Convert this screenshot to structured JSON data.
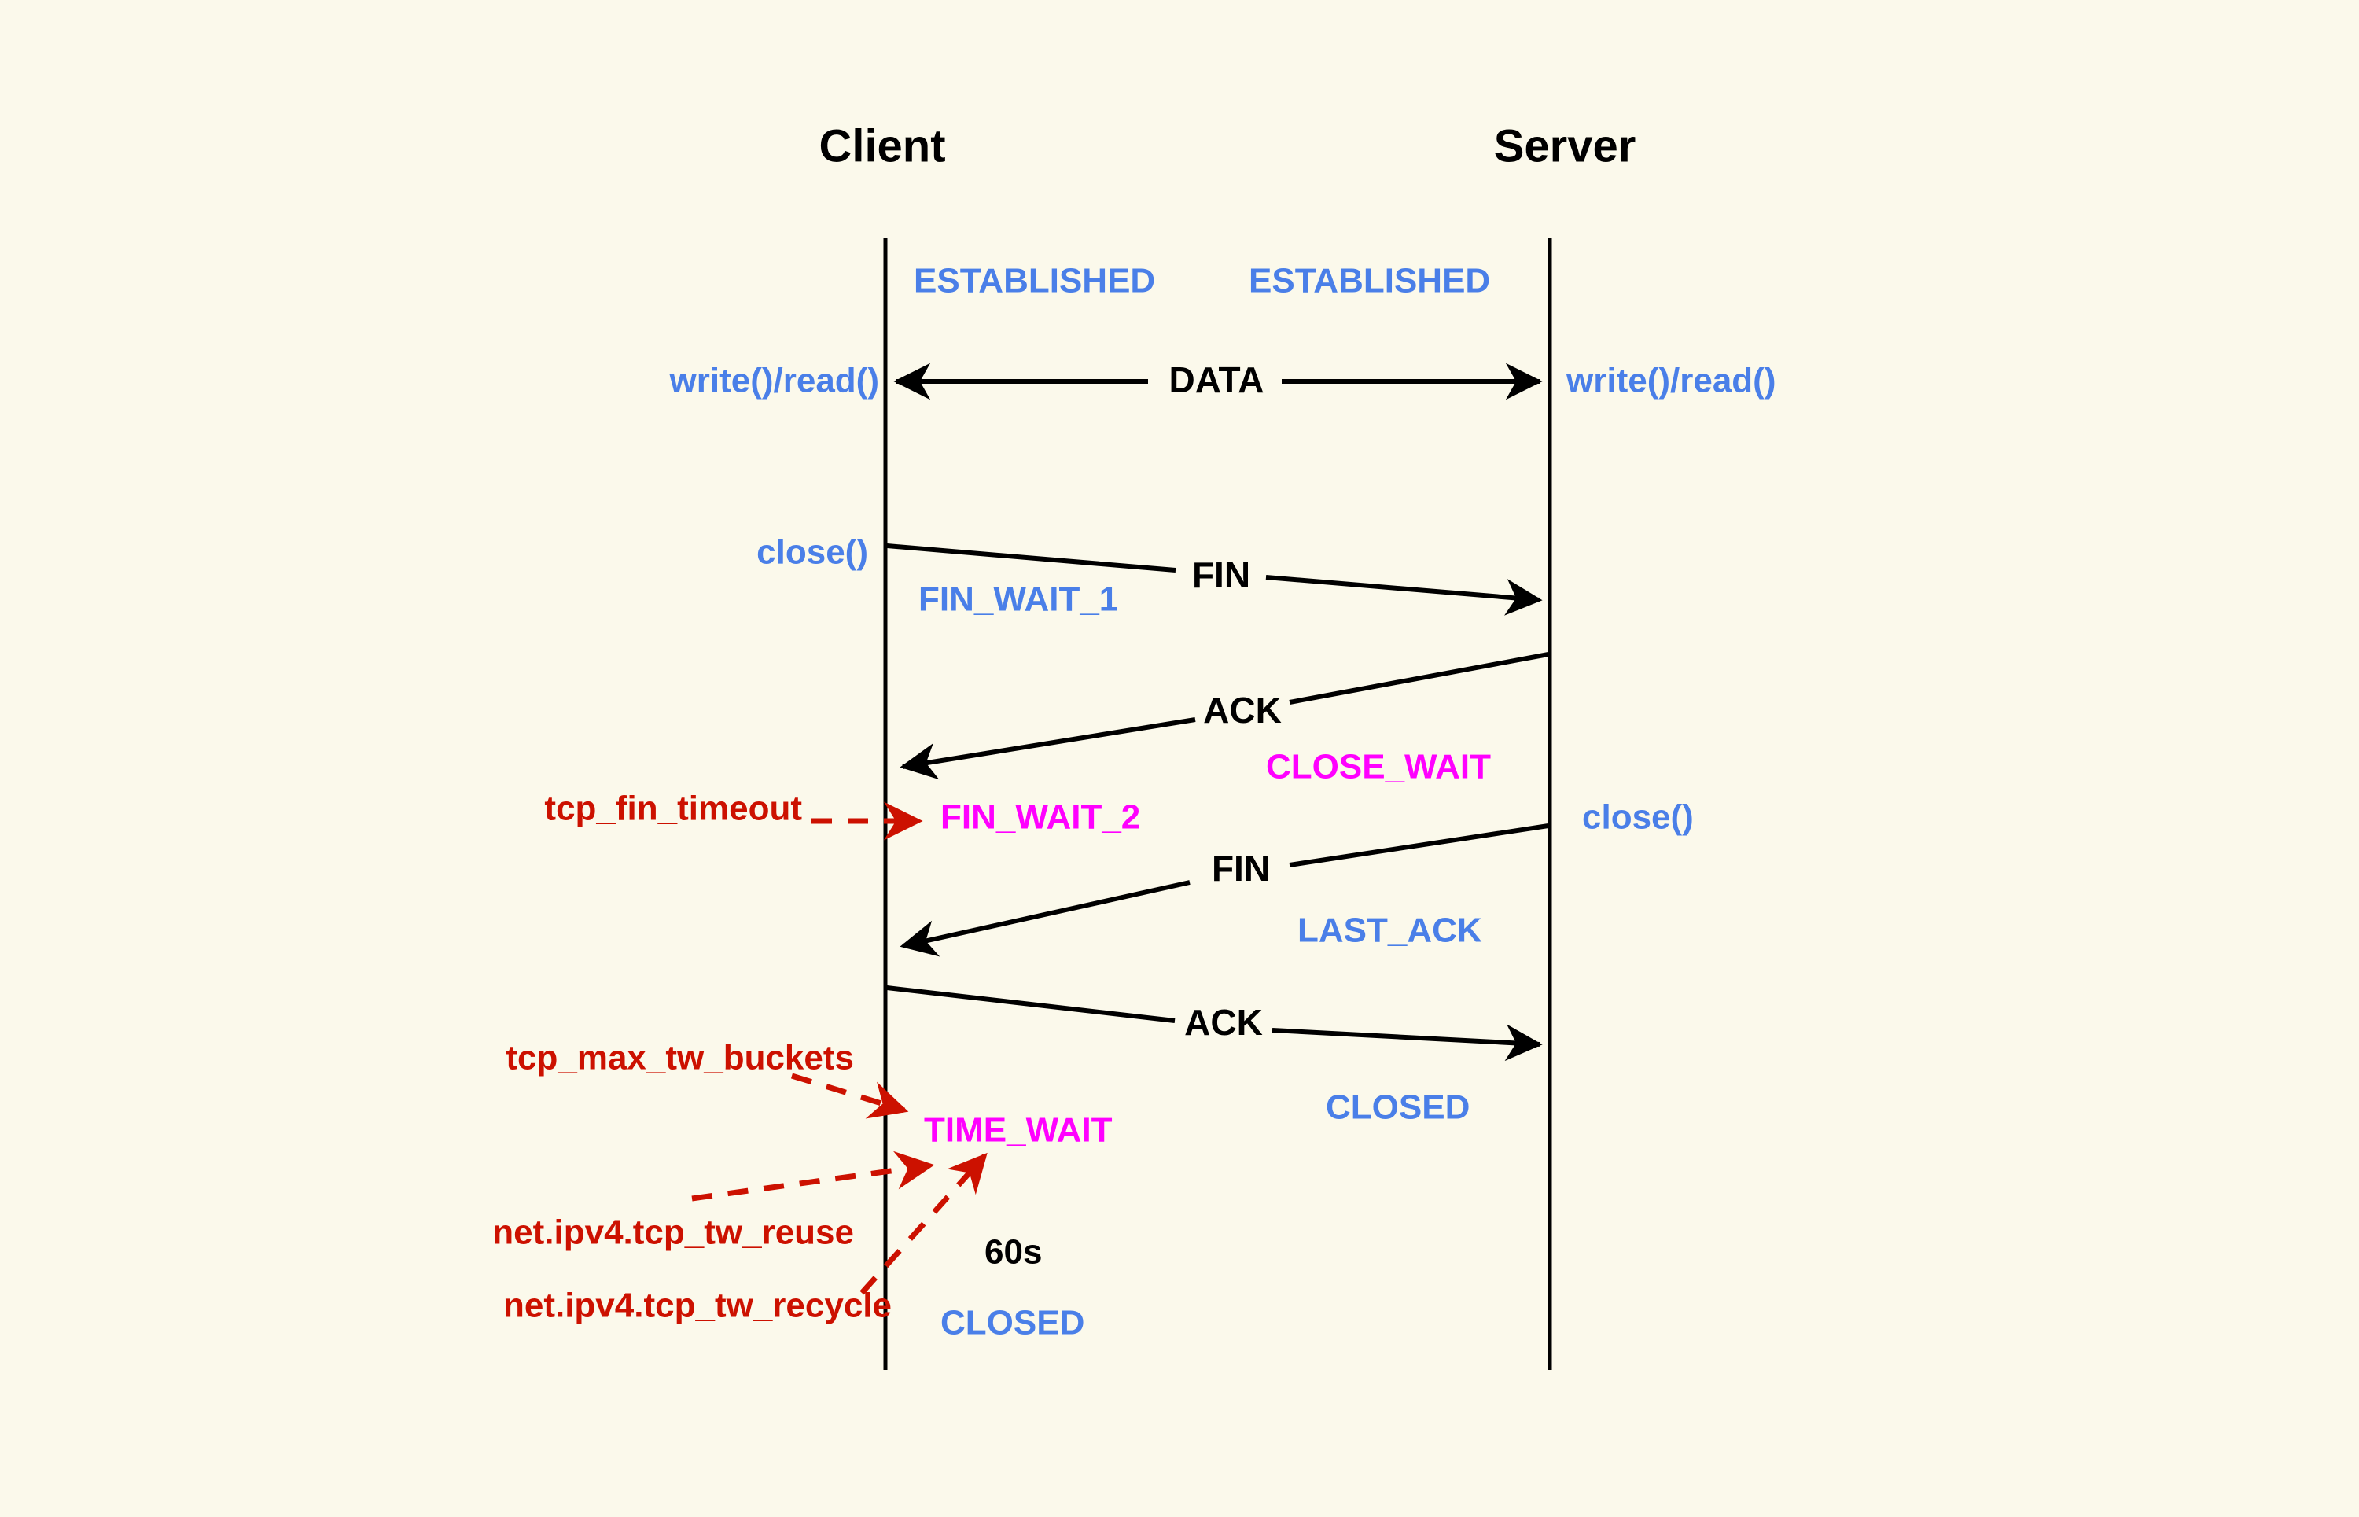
{
  "diagram": {
    "title": "TCP connection teardown (four-way handshake) sequence diagram",
    "background_color": "#FBF9EB",
    "colors": {
      "state_normal": "#4A7FE8",
      "state_highlight": "#FF00FF",
      "message": "#000000",
      "sysctl_annotation": "#CC1100",
      "lifeline": "#000000"
    },
    "actors": {
      "client": "Client",
      "server": "Server"
    },
    "states": {
      "client_established": "ESTABLISHED",
      "server_established": "ESTABLISHED",
      "fin_wait_1": "FIN_WAIT_1",
      "fin_wait_2": "FIN_WAIT_2",
      "close_wait": "CLOSE_WAIT",
      "last_ack": "LAST_ACK",
      "time_wait": "TIME_WAIT",
      "server_closed": "CLOSED",
      "client_closed": "CLOSED"
    },
    "syscalls": {
      "client_write_read": "write()/read()",
      "server_write_read": "write()/read()",
      "client_close": "close()",
      "server_close": "close()"
    },
    "messages": {
      "data": "DATA",
      "fin_1": "FIN",
      "ack_1": "ACK",
      "fin_2": "FIN",
      "ack_2": "ACK"
    },
    "timers": {
      "time_wait_duration": "60s"
    },
    "sysctl_annotations": {
      "fin_timeout": "tcp_fin_timeout",
      "max_tw_buckets": "tcp_max_tw_buckets",
      "tw_reuse": "net.ipv4.tcp_tw_reuse",
      "tw_recycle": "net.ipv4.tcp_tw_recycle"
    }
  }
}
